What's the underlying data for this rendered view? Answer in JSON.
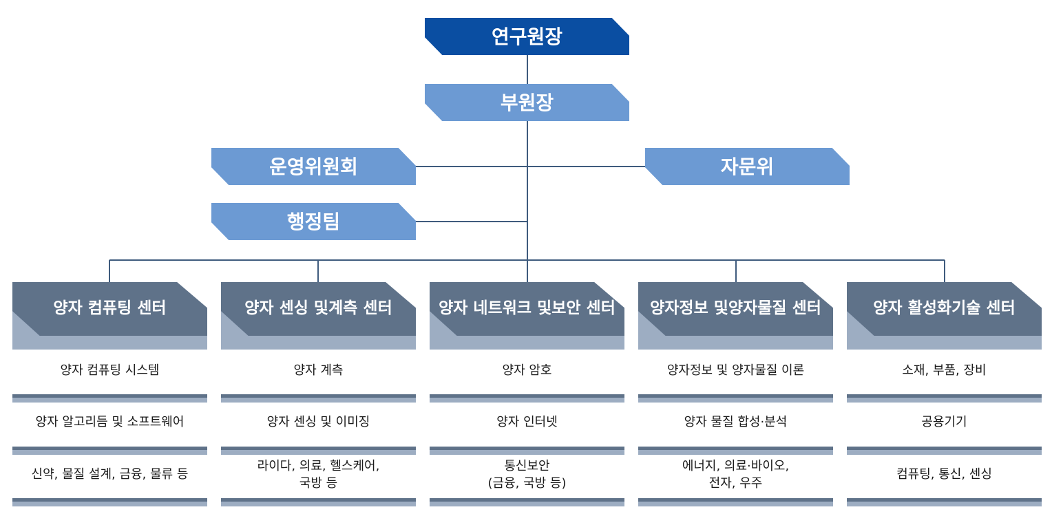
{
  "colors": {
    "director": "#0a4ea2",
    "secondary": "#6c9ad3",
    "center_head": "#5f7289",
    "center_head_light": "#9dadc2",
    "divider_dark": "#5f7289",
    "divider_light": "#9dadc2",
    "line": "#3f5b7d"
  },
  "director": {
    "label": "연구원장"
  },
  "vice_director": {
    "label": "부원장"
  },
  "steering_committee": {
    "label": "운영위원회"
  },
  "advisory_committee": {
    "label": "자문위"
  },
  "admin_team": {
    "label": "행정팀"
  },
  "centers": [
    {
      "title_lines": [
        "양자 컴퓨팅 센터"
      ],
      "items": [
        {
          "lines": [
            "양자 컴퓨팅 시스템"
          ]
        },
        {
          "lines": [
            "양자 알고리듬 및 소프트웨어"
          ]
        },
        {
          "lines": [
            "신약, 물질 설계, 금융, 물류 등"
          ]
        }
      ]
    },
    {
      "title_lines": [
        "양자 센싱 및",
        "계측 센터"
      ],
      "items": [
        {
          "lines": [
            "양자 계측"
          ]
        },
        {
          "lines": [
            "양자 센싱 및 이미징"
          ]
        },
        {
          "lines": [
            "라이다, 의료, 헬스케어,",
            "국방 등"
          ]
        }
      ]
    },
    {
      "title_lines": [
        "양자 네트워크 및",
        "보안 센터"
      ],
      "items": [
        {
          "lines": [
            "양자 암호"
          ]
        },
        {
          "lines": [
            "양자 인터넷"
          ]
        },
        {
          "lines": [
            "통신보안",
            "(금융, 국방 등)"
          ]
        }
      ]
    },
    {
      "title_lines": [
        "양자정보 및",
        "양자물질 센터"
      ],
      "items": [
        {
          "lines": [
            "양자정보 및 양자물질 이론"
          ]
        },
        {
          "lines": [
            "양자 물질 합성·분석"
          ]
        },
        {
          "lines": [
            "에너지, 의료·바이오,",
            "전자, 우주"
          ]
        }
      ]
    },
    {
      "title_lines": [
        "양자 활성화",
        "기술 센터"
      ],
      "items": [
        {
          "lines": [
            "소재, 부품, 장비"
          ]
        },
        {
          "lines": [
            "공용기기"
          ]
        },
        {
          "lines": [
            "컴퓨팅, 통신, 센싱"
          ]
        }
      ]
    }
  ]
}
